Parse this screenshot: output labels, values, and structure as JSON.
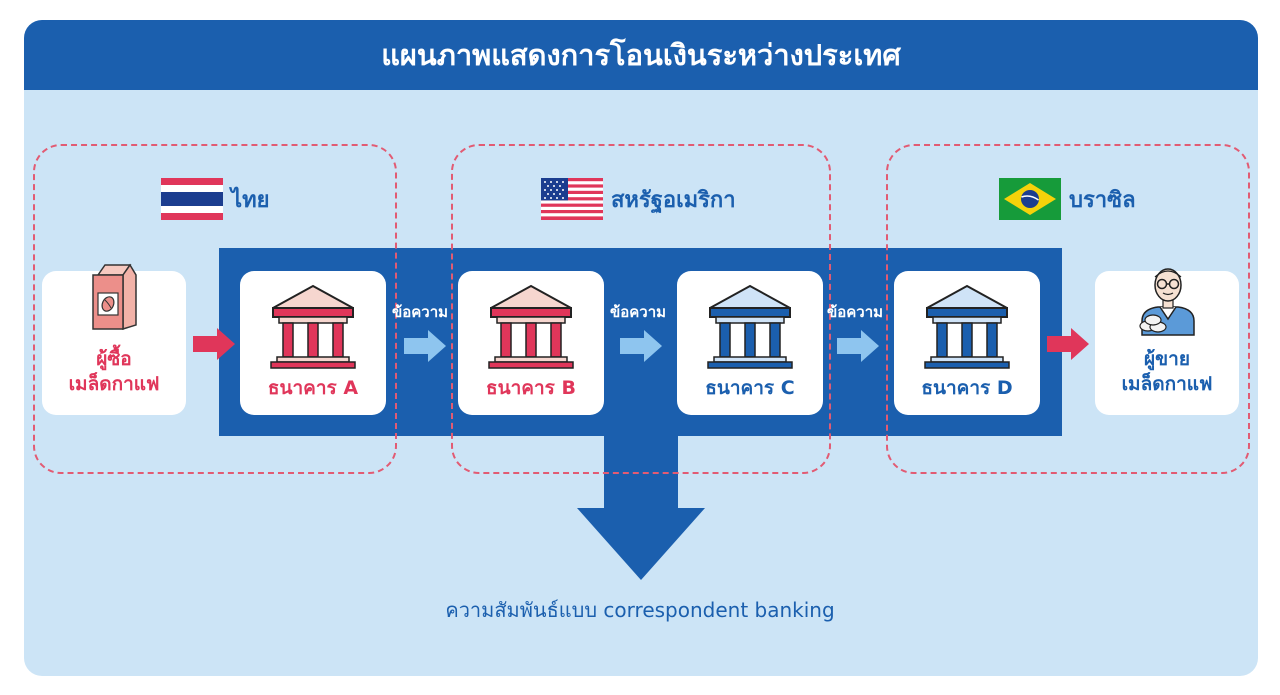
{
  "title": "แผนภาพแสดงการโอนเงินระหว่างประเทศ",
  "countries": [
    {
      "name": "ไทย",
      "flag": "thailand-flag"
    },
    {
      "name": "สหรัฐอเมริกา",
      "flag": "usa-flag"
    },
    {
      "name": "บราซิล",
      "flag": "brazil-flag"
    }
  ],
  "buyer": {
    "line1": "ผู้ซื้อ",
    "line2": "เมล็ดกาแฟ",
    "icon": "coffee-bag-icon"
  },
  "seller": {
    "line1": "ผู้ขาย",
    "line2": "เมล็ดกาแฟ",
    "icon": "seller-icon"
  },
  "banks": [
    {
      "label": "ธนาคาร A",
      "color": "#e0365a"
    },
    {
      "label": "ธนาคาร B",
      "color": "#e0365a"
    },
    {
      "label": "ธนาคาร C",
      "color": "#1b5fae"
    },
    {
      "label": "ธนาคาร D",
      "color": "#1b5fae"
    }
  ],
  "message_label": "ข้อความ",
  "caption": "ความสัมพันธ์แบบ correspondent banking",
  "colors": {
    "brand_blue": "#1b5fae",
    "light_blue": "#cce4f6",
    "pink": "#e0365a",
    "arrow_light": "#8ec5ef"
  }
}
